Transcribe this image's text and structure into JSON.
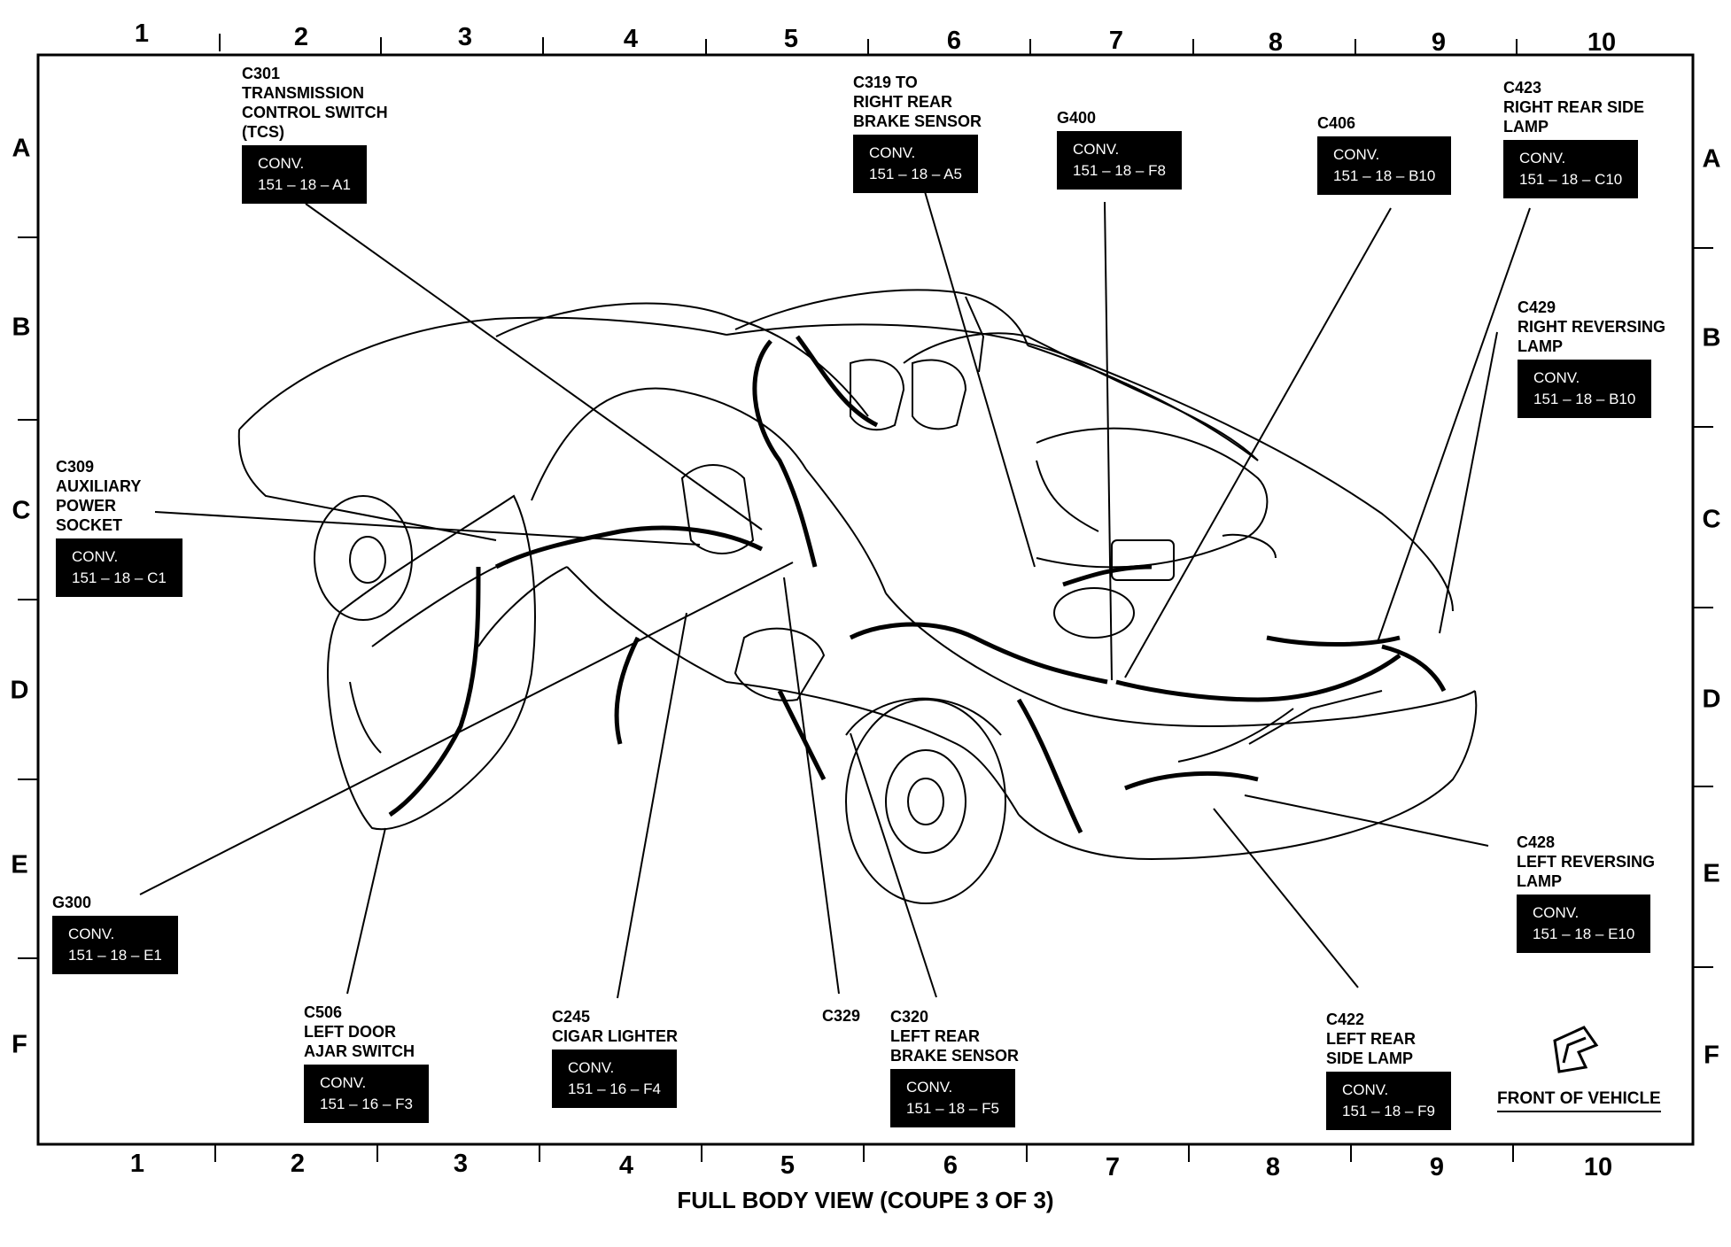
{
  "grid": {
    "columns": [
      "1",
      "2",
      "3",
      "4",
      "5",
      "6",
      "7",
      "8",
      "9",
      "10"
    ],
    "rows": [
      "A",
      "B",
      "C",
      "D",
      "E",
      "F"
    ]
  },
  "callouts": [
    {
      "id": "C301",
      "title": "C301\nTRANSMISSION\nCONTROL SWITCH\n(TCS)",
      "conv": "CONV.",
      "ref": "151 – 18 – A1"
    },
    {
      "id": "C319",
      "title": "C319 TO\nRIGHT REAR\nBRAKE SENSOR",
      "conv": "CONV.",
      "ref": "151 – 18 – A5"
    },
    {
      "id": "G400",
      "title": "G400",
      "conv": "CONV.",
      "ref": "151 – 18 – F8"
    },
    {
      "id": "C406",
      "title": "C406",
      "conv": "CONV.",
      "ref": "151 – 18 – B10"
    },
    {
      "id": "C423",
      "title": "C423\nRIGHT REAR SIDE\nLAMP",
      "conv": "CONV.",
      "ref": "151 – 18 – C10"
    },
    {
      "id": "C429",
      "title": "C429\nRIGHT REVERSING\nLAMP",
      "conv": "CONV.",
      "ref": "151 – 18 – B10"
    },
    {
      "id": "C309",
      "title": "C309\nAUXILIARY\nPOWER\nSOCKET",
      "conv": "CONV.",
      "ref": "151 – 18 – C1"
    },
    {
      "id": "G300",
      "title": "G300",
      "conv": "CONV.",
      "ref": "151 – 18 – E1"
    },
    {
      "id": "C506",
      "title": "C506\nLEFT DOOR\nAJAR SWITCH",
      "conv": "CONV.",
      "ref": "151 – 16 – F3"
    },
    {
      "id": "C245",
      "title": "C245\nCIGAR LIGHTER",
      "conv": "CONV.",
      "ref": "151 – 16 – F4"
    },
    {
      "id": "C320",
      "title": "C320\nLEFT REAR\nBRAKE SENSOR",
      "conv": "CONV.",
      "ref": "151 – 18 – F5"
    },
    {
      "id": "C428",
      "title": "C428\nLEFT REVERSING\nLAMP",
      "conv": "CONV.",
      "ref": "151 – 18 – E10"
    },
    {
      "id": "C422",
      "title": "C422\nLEFT REAR\nSIDE LAMP",
      "conv": "CONV.",
      "ref": "151 – 18 – F9"
    }
  ],
  "c329_label": "C329",
  "front_of_vehicle": "FRONT OF VEHICLE",
  "caption": "FULL BODY VIEW (COUPE 3 OF 3)"
}
